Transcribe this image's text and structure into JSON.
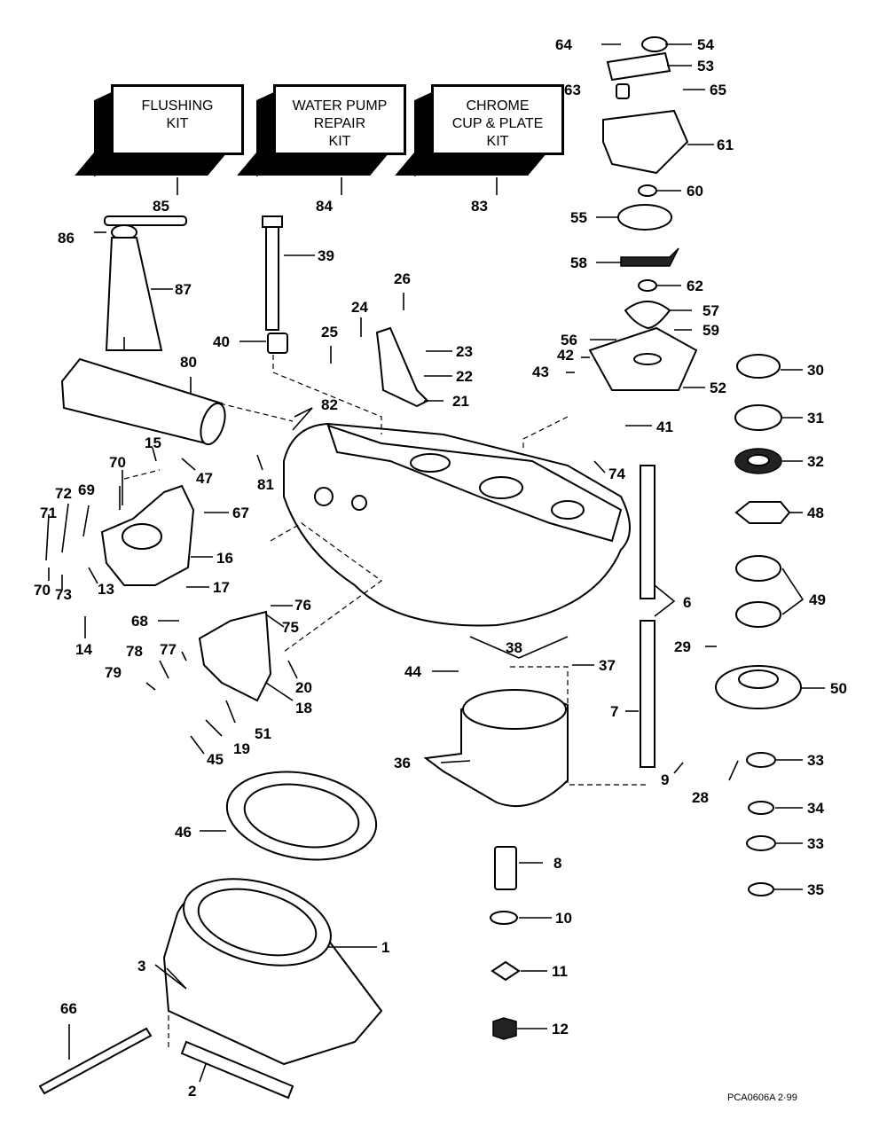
{
  "kits": [
    {
      "label": "FLUSHING\nKIT",
      "number": "85"
    },
    {
      "label": "WATER PUMP\nREPAIR\nKIT",
      "number": "84"
    },
    {
      "label": "CHROME\nCUP & PLATE\nKIT",
      "number": "83"
    }
  ],
  "callouts": [
    "1",
    "2",
    "3",
    "6",
    "7",
    "8",
    "9",
    "10",
    "11",
    "12",
    "13",
    "14",
    "15",
    "16",
    "17",
    "18",
    "19",
    "20",
    "21",
    "22",
    "23",
    "24",
    "25",
    "26",
    "28",
    "29",
    "30",
    "31",
    "32",
    "33",
    "33",
    "34",
    "35",
    "36",
    "37",
    "38",
    "39",
    "40",
    "41",
    "42",
    "43",
    "44",
    "45",
    "46",
    "47",
    "48",
    "49",
    "50",
    "51",
    "52",
    "53",
    "54",
    "55",
    "56",
    "57",
    "58",
    "59",
    "60",
    "61",
    "62",
    "63",
    "64",
    "65",
    "66",
    "67",
    "68",
    "69",
    "70",
    "70",
    "71",
    "72",
    "73",
    "74",
    "75",
    "76",
    "77",
    "78",
    "79",
    "80",
    "81",
    "82",
    "86",
    "87"
  ],
  "drawing_code": "PCA0606A  2·99"
}
